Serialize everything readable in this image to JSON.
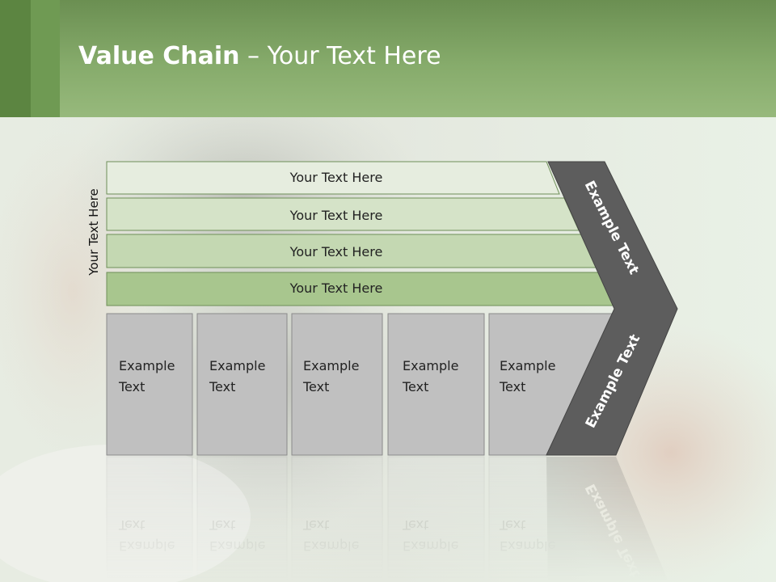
{
  "title": {
    "bold": "Value Chain",
    "rest": " – Your Text Here"
  },
  "side_label": "Your Text Here",
  "rows": [
    {
      "label": "Your Text Here"
    },
    {
      "label": "Your Text Here"
    },
    {
      "label": "Your Text Here"
    },
    {
      "label": "Your Text Here"
    }
  ],
  "boxes": [
    {
      "line1": "Example",
      "line2": "Text"
    },
    {
      "line1": "Example",
      "line2": "Text"
    },
    {
      "line1": "Example",
      "line2": "Text"
    },
    {
      "line1": "Example",
      "line2": "Text"
    },
    {
      "line1": "Example",
      "line2": "Text"
    }
  ],
  "chevron": {
    "top_text": "Example Text",
    "bottom_text": "Example Text"
  },
  "colors": {
    "header_dark": "#5c8541",
    "header_light": "#97b97c",
    "row_fills": [
      "#e6eddf",
      "#d5e3c8",
      "#c4d8b2",
      "#a8c68e"
    ],
    "box_fill": "#c0c0c0",
    "chevron_fill": "#5d5d5d"
  }
}
